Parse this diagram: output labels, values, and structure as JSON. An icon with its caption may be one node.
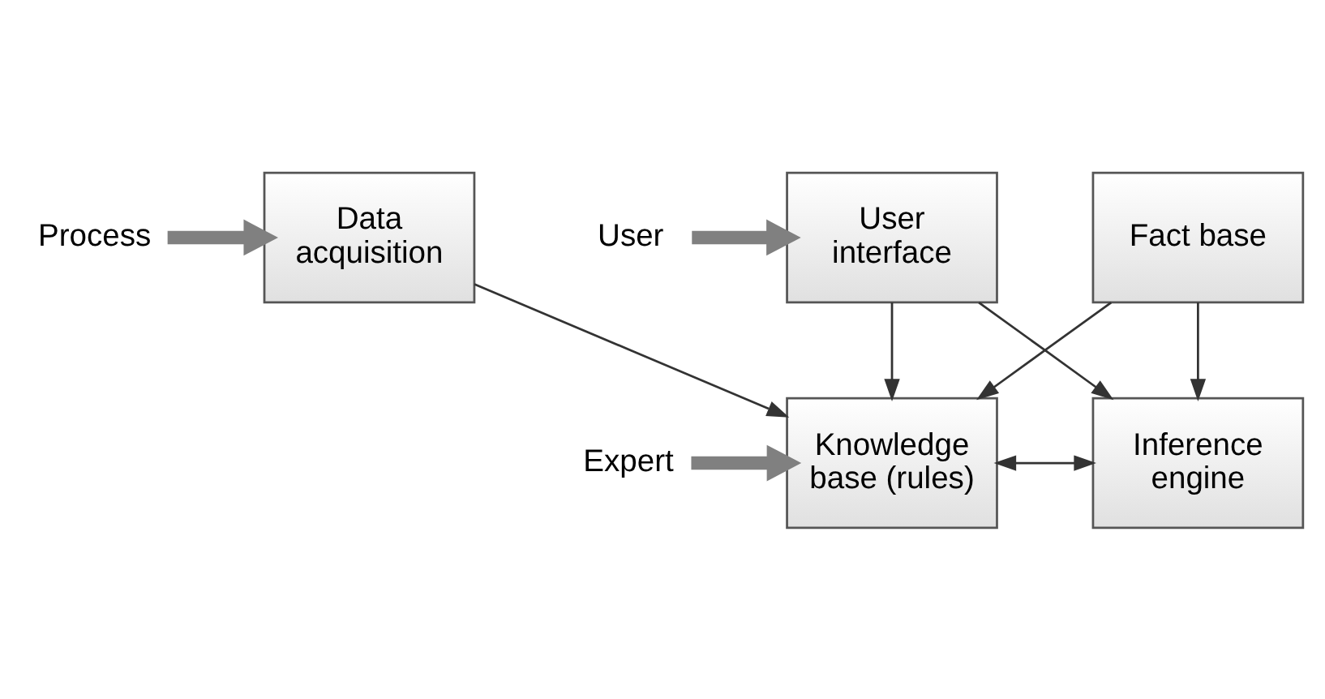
{
  "diagram": {
    "nodes": [
      {
        "text": [
          "Data acquisition"
        ]
      },
      {
        "text": [
          "User interface"
        ]
      },
      {
        "text": [
          "Fact base"
        ]
      },
      {
        "text": [
          "Knowledge base (rules)"
        ]
      },
      {
        "text": [
          "Inference engine"
        ]
      },
      {
        "text": [
          "Process"
        ]
      },
      {
        "text": [
          "User"
        ]
      },
      {
        "text": [
          "Expert"
        ]
      }
    ],
    "edges": [
      {
        "from": 5,
        "to": 0,
        "arrow": "to",
        "style": "thick",
        "color": "#808080"
      },
      {
        "from": 6,
        "to": 1,
        "arrow": "to",
        "style": "thick",
        "color": "#808080"
      },
      {
        "from": 7,
        "to": 3,
        "arrow": "to",
        "style": "thick",
        "color": "#808080"
      },
      {
        "from": 0,
        "to": 3,
        "arrow": "to"
      },
      {
        "from": 1,
        "to": 4,
        "arrow": "to"
      },
      {
        "from": 2,
        "to": 3,
        "arrow": "to"
      },
      {
        "from": 2,
        "to": 4,
        "arrow": "to"
      },
      {
        "from": 3,
        "to": 4,
        "arrow": "both"
      },
      {
        "from": 1,
        "to": 3,
        "arrow": "to"
      }
    ]
  }
}
